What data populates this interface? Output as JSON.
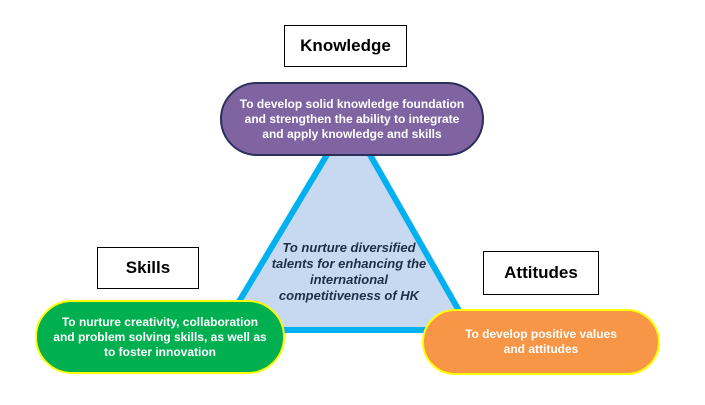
{
  "colors": {
    "triangle_fill": "#c6d9f0",
    "triangle_stroke": "#00b0f0",
    "knowledge_pill": "#8064a2",
    "skills_pill": "#00b050",
    "attitudes_pill": "#f79646",
    "pill_border": "#ffff00",
    "knowledge_pill_border": "#2c2f5a"
  },
  "center": {
    "text": "To nurture diversified talents for enhancing the international competitiveness  of HK"
  },
  "knowledge": {
    "title": "Knowledge",
    "description": "To develop solid knowledge foundation and strengthen the ability to integrate and apply knowledge and skills"
  },
  "skills": {
    "title": "Skills",
    "description": "To nurture creativity, collaboration and problem solving skills, as well as to foster  innovation"
  },
  "attitudes": {
    "title": "Attitudes",
    "description": "To develop positive values and attitudes"
  }
}
